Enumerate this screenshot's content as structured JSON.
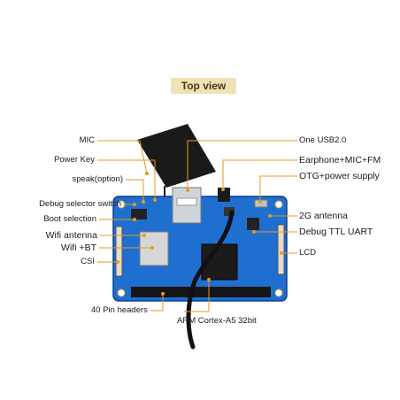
{
  "title": "Top view",
  "colors": {
    "leader": "#e59a1f",
    "pcb": "#1f6fd1",
    "pcb_dark": "#0b3f8f",
    "badge_bg": "#efe2b5"
  },
  "labels_left": [
    {
      "key": "mic",
      "text": "MIC"
    },
    {
      "key": "power_key",
      "text": "Power Key"
    },
    {
      "key": "speak",
      "text": "speak(option)"
    },
    {
      "key": "debug_selector",
      "text": "Debug selector switch"
    },
    {
      "key": "boot_selection",
      "text": "Boot selection"
    },
    {
      "key": "wifi_antenna",
      "text": "Wifi antenna"
    },
    {
      "key": "wifi_bt",
      "text": "Wifi +BT"
    },
    {
      "key": "csi",
      "text": "CSI"
    },
    {
      "key": "pin_headers",
      "text": "40 Pin headers"
    }
  ],
  "labels_right": [
    {
      "key": "usb",
      "text": "One USB2.0"
    },
    {
      "key": "earphone",
      "text": "Earphone+MIC+FM"
    },
    {
      "key": "otg",
      "text": "OTG+power supply"
    },
    {
      "key": "antenna_2g",
      "text": "2G antenna"
    },
    {
      "key": "debug_uart",
      "text": "Debug TTL UART"
    },
    {
      "key": "lcd",
      "text": "LCD"
    }
  ],
  "label_bottom": {
    "key": "cpu",
    "text": "ARM Cortex-A5 32bit"
  }
}
